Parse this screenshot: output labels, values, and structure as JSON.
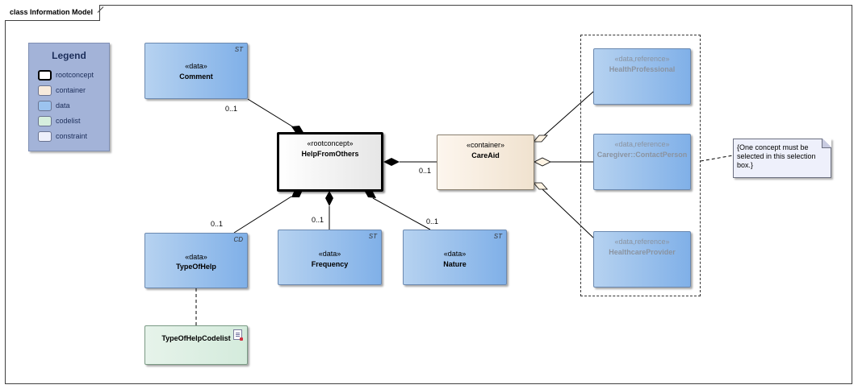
{
  "frame": {
    "title": "class Information Model"
  },
  "legend": {
    "title": "Legend",
    "items": [
      {
        "label": "rootconcept",
        "color": "#ffffff"
      },
      {
        "label": "container",
        "color": "#f7eadc"
      },
      {
        "label": "data",
        "color": "#9cc3ee"
      },
      {
        "label": "codelist",
        "color": "#d6efde"
      },
      {
        "label": "constraint",
        "color": "#eef0fb"
      }
    ]
  },
  "classes": {
    "comment": {
      "stereotype": "«data»",
      "name": "Comment",
      "tag": "ST"
    },
    "root": {
      "stereotype": "«rootconcept»",
      "name": "HelpFromOthers"
    },
    "careaid": {
      "stereotype": "«container»",
      "name": "CareAid"
    },
    "typeofhelp": {
      "stereotype": "«data»",
      "name": "TypeOfHelp",
      "tag": "CD"
    },
    "frequency": {
      "stereotype": "«data»",
      "name": "Frequency",
      "tag": "ST"
    },
    "nature": {
      "stereotype": "«data»",
      "name": "Nature",
      "tag": "ST"
    },
    "codelist": {
      "name": "TypeOfHelpCodelist"
    },
    "hp": {
      "stereotype": "«data,reference»",
      "name": "HealthProfessional"
    },
    "cp": {
      "stereotype": "«data,reference»",
      "name": "Caregiver::ContactPerson"
    },
    "hcp": {
      "stereotype": "«data,reference»",
      "name": "HealthcareProvider"
    }
  },
  "multiplicities": {
    "comment": "0..1",
    "careaid": "0..1",
    "typeofhelp": "0..1",
    "frequency": "0..1",
    "nature": "0..1"
  },
  "note": {
    "text": "{One concept must be selected in this selection box.}"
  }
}
